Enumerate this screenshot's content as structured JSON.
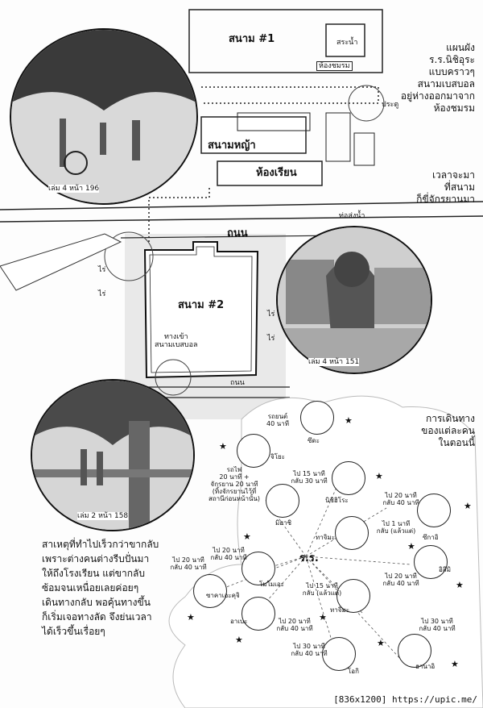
{
  "map": {
    "field1": "สนาม #1",
    "field2": "สนาม #2",
    "lawn": "สนามหญ้า",
    "classroom": "ห้องเรียน",
    "pool": "สระน้ำ",
    "club_room": "ห้องชมรม",
    "gate": "ประตู",
    "drain": "ท่อส่งน้ำ",
    "road_top": "ถนน",
    "road_bottom": "ถนน",
    "entrance": "ทางเข้า\nสนามเบสบอล",
    "field_mark": "ไร่"
  },
  "insets": {
    "top": "เล่ม 4 หน้า 196",
    "right": "เล่ม 4 หน้า 151",
    "left": "เล่ม 2 หน้า 158"
  },
  "side_texts": {
    "description": "แผนผัง\nร.ร.นิชิอุระ\nแบบคราวๆ\nสนามเบสบอล\nอยู่ห่างออกมาจาก\nห้องชมรม",
    "time_note": "เวลาจะมา\nที่สนาม\nก็ขี่จักรยานมา",
    "walk_note": "การเดินทาง\nของแต่ละคน\nในตอนนี้"
  },
  "story_note": "สาเหตุที่ทำไปเร็วกว่าขากลับ\nเพราะต่างคนต่างรีบปั่นมา\nให้ถึงโรงเรียน แต่ขากลับ\nซ้อมจนเหนื่อยเลยค่อยๆ\nเดินทางกลับ พอคุ้นทางขึ้น\nก็เริ่มเจอทางลัด จึงย่นเวลา\nได้เร็วขึ้นเรื่อยๆ",
  "school_center": "ร.ร.",
  "characters": [
    {
      "name": "ซึดะ",
      "timing": "รถยนต์\n40 นาที"
    },
    {
      "name": "จิโยะ",
      "timing": "รถไฟ\n20 นาที +\nจักรยาน 20 นาที\n(ทิ้งจักรยานไว้ที่\nสถานีก่อนหน้านั้น)"
    },
    {
      "name": "นิชิฮิโระ",
      "timing": "ไป 15 นาที\nกลับ 30 นาที"
    },
    {
      "name": "มิฮาชิ",
      "timing": ""
    },
    {
      "name": "ซึกาอิ",
      "timing": "ไป 20 นาที\nกลับ 40 นาที"
    },
    {
      "name": "ทาจิมะ",
      "timing": "ไป 1 นาที\nกลับ (แล้วแต่)"
    },
    {
      "name": "อิสึมิ",
      "timing": "ไป 20 นาที\nกลับ 40 นาที"
    },
    {
      "name": "โมโมเอะ",
      "timing": "ไป 20 นาที\nกลับ 40 นาที"
    },
    {
      "name": "ซาคาเอะคุจิ",
      "timing": "ไป 20 นาที\nกลับ 40 นาที"
    },
    {
      "name": "ทาจิมะ",
      "timing": "ไป 15 นาที\nกลับ (แล้วแต่)"
    },
    {
      "name": "อาเบะ",
      "timing": "ไป 20 นาที\nกลับ 40 นาที"
    },
    {
      "name": "โอกิ",
      "timing": "ไป 30 นาที\nกลับ 40 นาที"
    },
    {
      "name": "ฮานาอิ",
      "timing": "ไป 30 นาที\nกลับ 40 นาที"
    }
  ],
  "footer": "[836x1200] https://upic.me/"
}
